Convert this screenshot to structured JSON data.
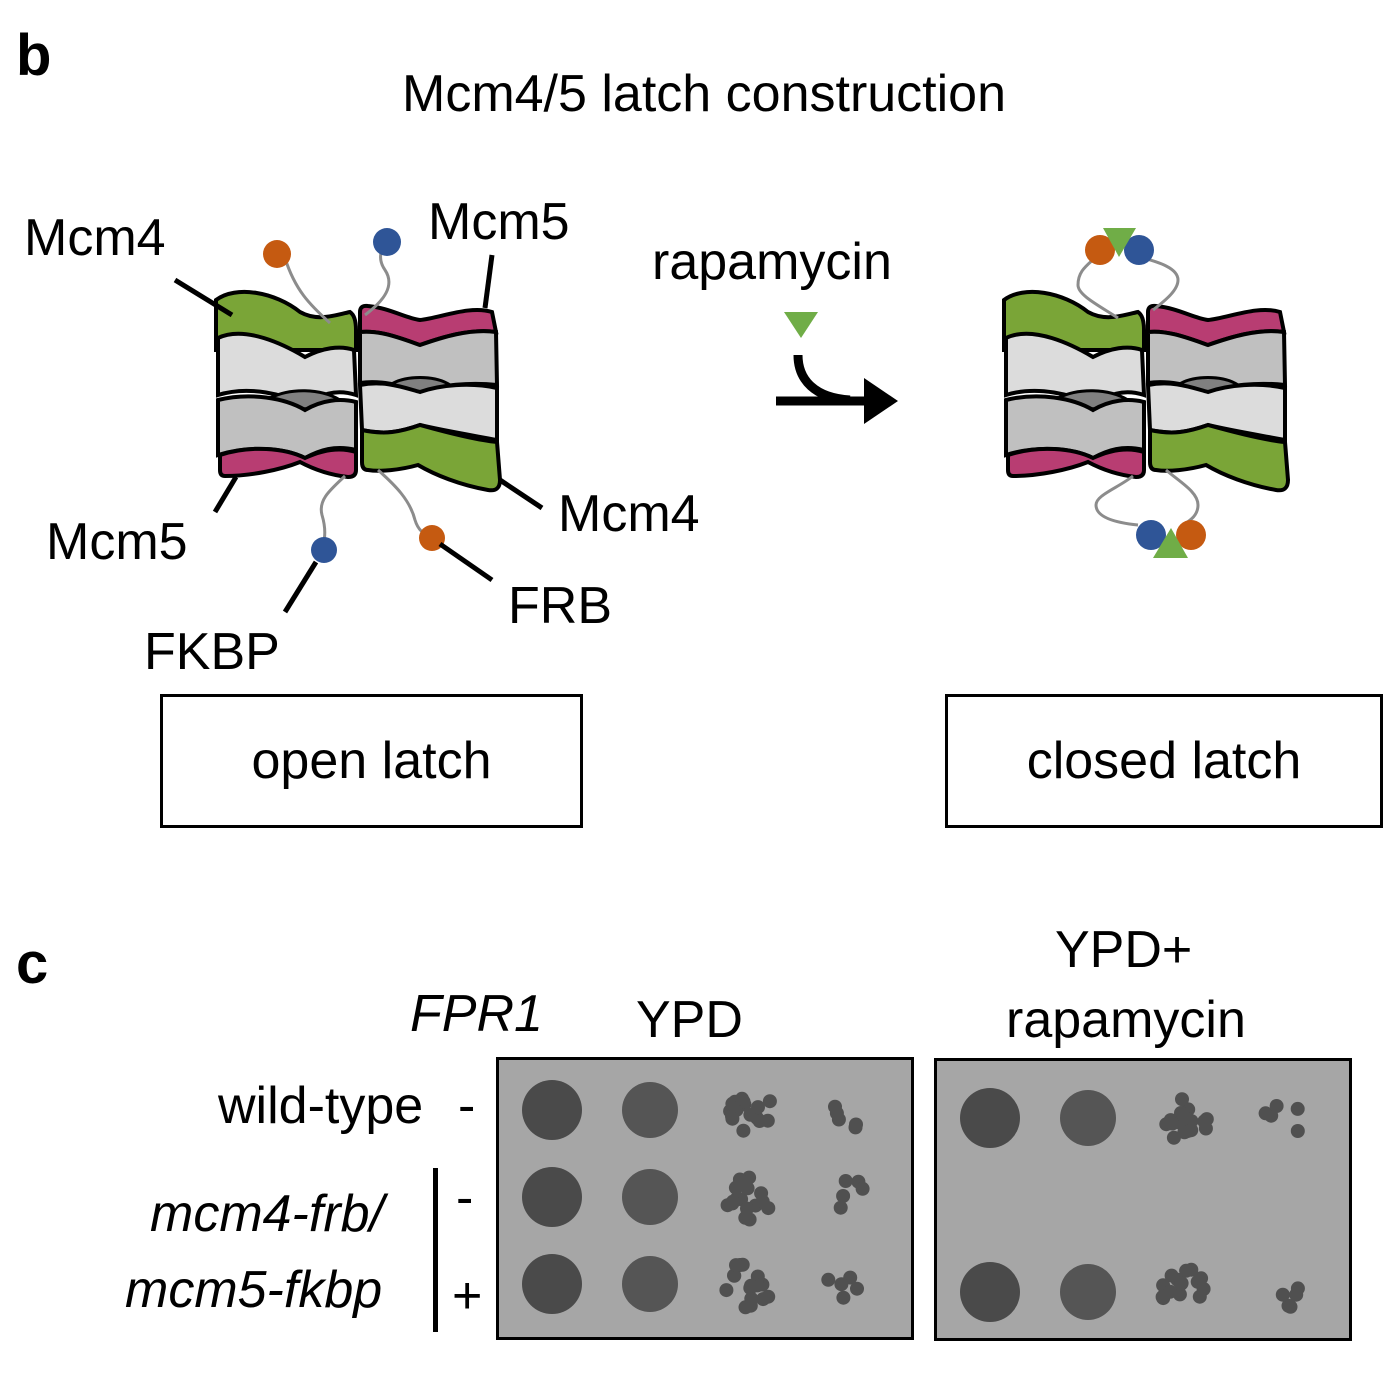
{
  "panel_b": {
    "letter": "b",
    "title": "Mcm4/5 latch construction",
    "open_labels": {
      "mcm4_top": "Mcm4",
      "mcm5_top": "Mcm5",
      "mcm5_bottom": "Mcm5",
      "mcm4_bottom": "Mcm4",
      "frb": "FRB",
      "fkbp": "FKBP"
    },
    "reagent_label": "rapamycin",
    "open_box_label": "open latch",
    "closed_box_label": "closed latch",
    "colors": {
      "mcm4": "#7aa537",
      "mcm5": "#b83d72",
      "ring_light": "#dcdcdc",
      "ring_mid": "#c0c0c0",
      "ring_dark": "#808080",
      "frb": "#c55a11",
      "fkbp": "#2f5597",
      "rapamycin": "#70ad47",
      "linker": "#8c8c8c"
    }
  },
  "panel_c": {
    "letter": "c",
    "fpr1_header": "FPR1",
    "col_headers": {
      "ypd": "YPD",
      "ypd_rapa_line1": "YPD+",
      "ypd_rapa_line2": "rapamycin"
    },
    "rows": [
      {
        "strain": "wild-type",
        "fpr1": "-"
      },
      {
        "strain": "mcm4-frb/",
        "fpr1": "-"
      },
      {
        "strain": "mcm5-fkbp",
        "fpr1": "+"
      }
    ],
    "growth": {
      "ypd": [
        [
          "full",
          "full",
          "colonies",
          "few"
        ],
        [
          "full",
          "full",
          "colonies",
          "few"
        ],
        [
          "full",
          "full",
          "colonies",
          "few"
        ]
      ],
      "ypd_rapamycin": [
        [
          "full",
          "full",
          "colonies",
          "few"
        ],
        [
          "none",
          "none",
          "none",
          "none"
        ],
        [
          "full",
          "full",
          "colonies",
          "few"
        ]
      ]
    }
  }
}
